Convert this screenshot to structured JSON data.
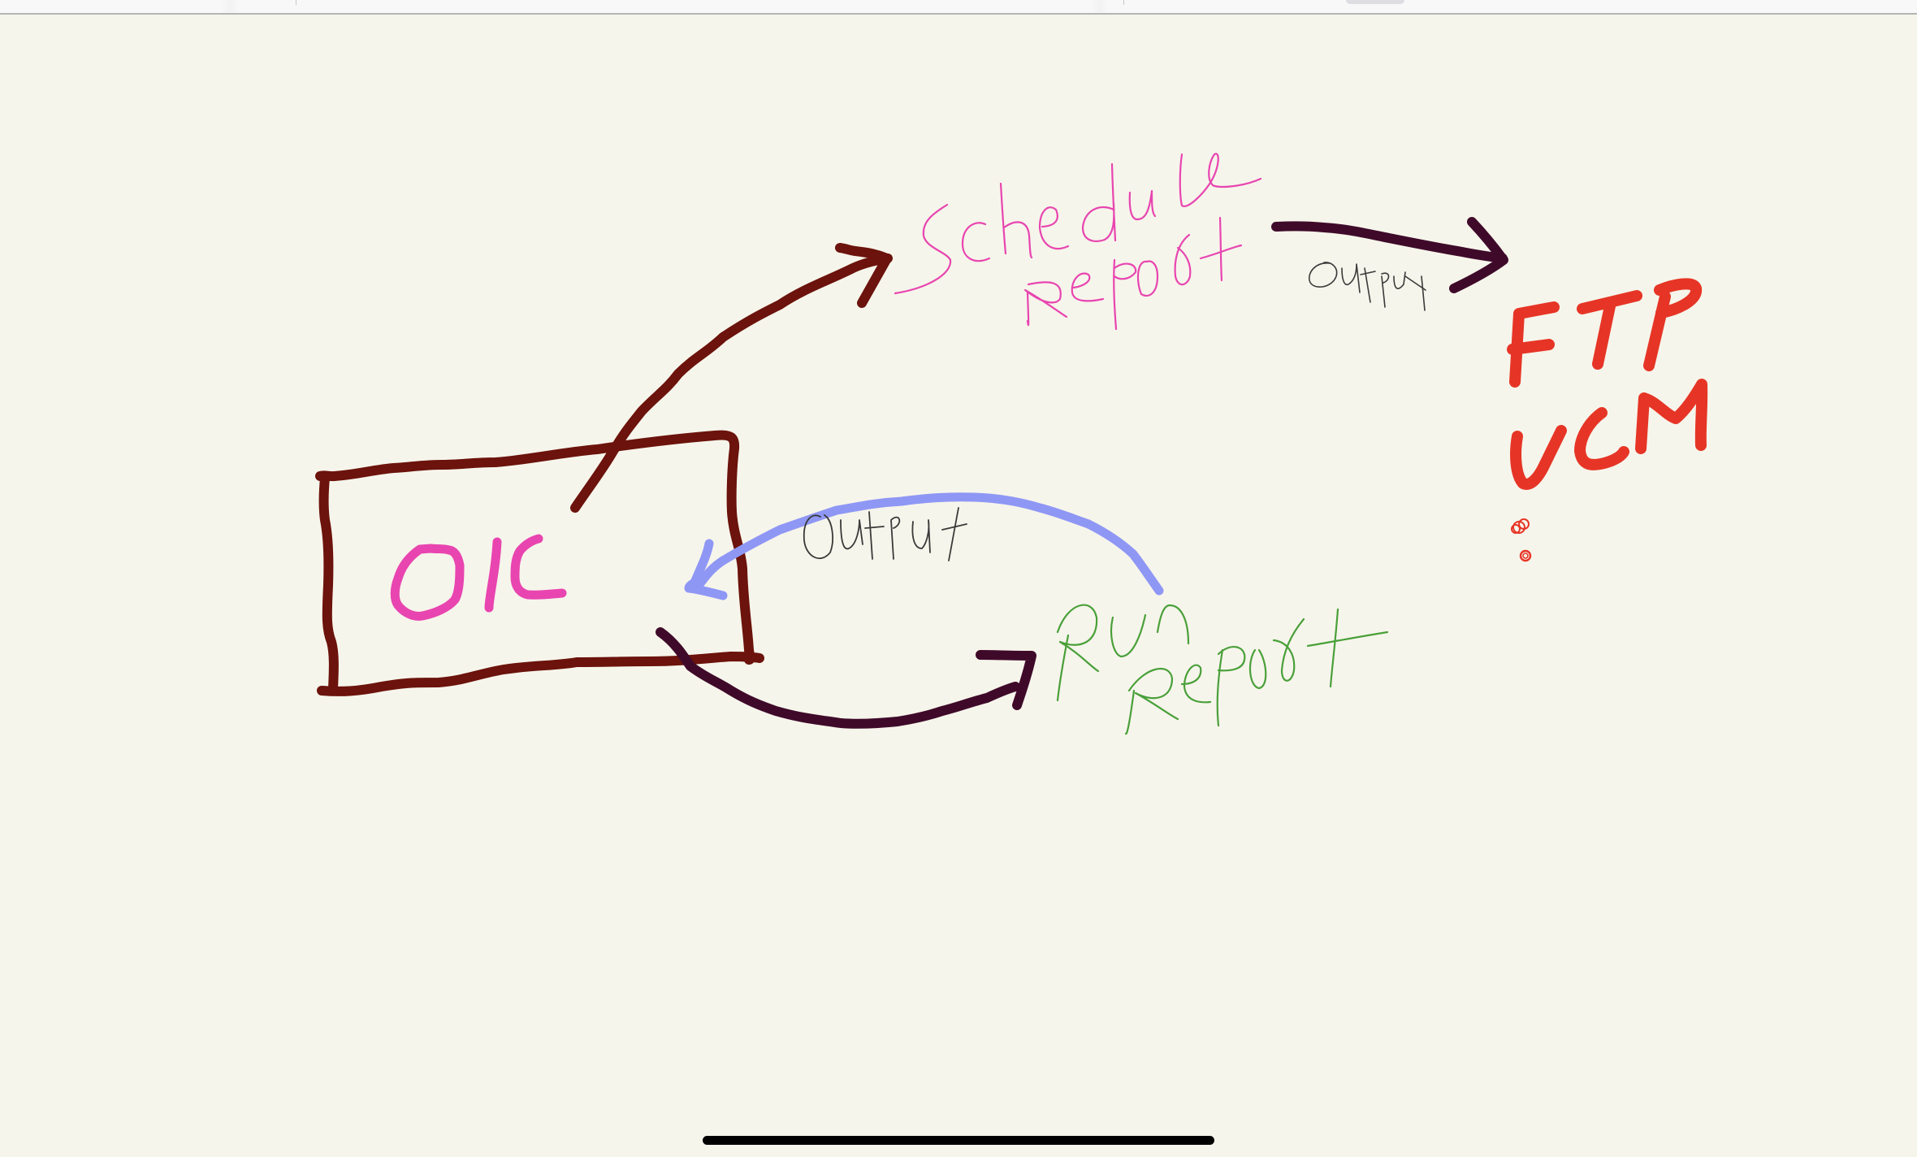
{
  "app": {
    "toolbar": {
      "visible": true
    }
  },
  "canvas": {
    "background_color": "#f6f5eb",
    "nodes": {
      "oic": {
        "label": "OIC",
        "color": "#e845b0",
        "box_color": "#6b130c"
      },
      "schedule_report": {
        "line1": "Schedule",
        "line2": "Report",
        "color": "#e845b0"
      },
      "run_report": {
        "line1": "Run",
        "line2": "Report",
        "color": "#4aa03a"
      },
      "destinations": {
        "line1": "FTP",
        "line2": "UCM",
        "color": "#e63526",
        "ellipsis": ":"
      }
    },
    "edges": [
      {
        "from": "OIC",
        "to": "Schedule Report",
        "label": "",
        "color": "#6b130c"
      },
      {
        "from": "Schedule Report",
        "to": "FTP / UCM",
        "label": "output",
        "color": "#3f0a2a"
      },
      {
        "from": "OIC",
        "to": "Run Report",
        "label": "",
        "color": "#3f0a2a"
      },
      {
        "from": "Run Report",
        "to": "OIC",
        "label": "Output",
        "color": "#8f97f5"
      }
    ],
    "edge_labels": {
      "schedule_output": "output",
      "run_output": "Output"
    },
    "label_color": "#3a3a3a"
  },
  "system": {
    "home_indicator": true
  }
}
